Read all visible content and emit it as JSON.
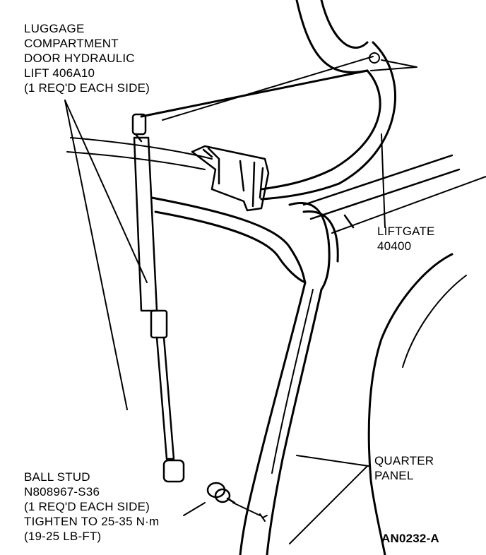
{
  "callouts": {
    "lift": {
      "lines": [
        "LUGGAGE",
        "COMPARTMENT",
        "DOOR HYDRAULIC",
        "LIFT 406A10",
        "(1 REQ'D EACH SIDE)"
      ]
    },
    "liftgate": {
      "lines": [
        "LIFTGATE",
        "40400"
      ]
    },
    "quarter_panel": {
      "lines": [
        "QUARTER",
        "PANEL"
      ]
    },
    "ball_stud": {
      "lines": [
        "BALL STUD",
        "N808967-S36",
        "(1 REQ'D EACH SIDE)",
        "TIGHTEN TO 25-35 N·m",
        "(19-25 LB-FT)"
      ]
    }
  },
  "figure_code": "AN0232-A"
}
